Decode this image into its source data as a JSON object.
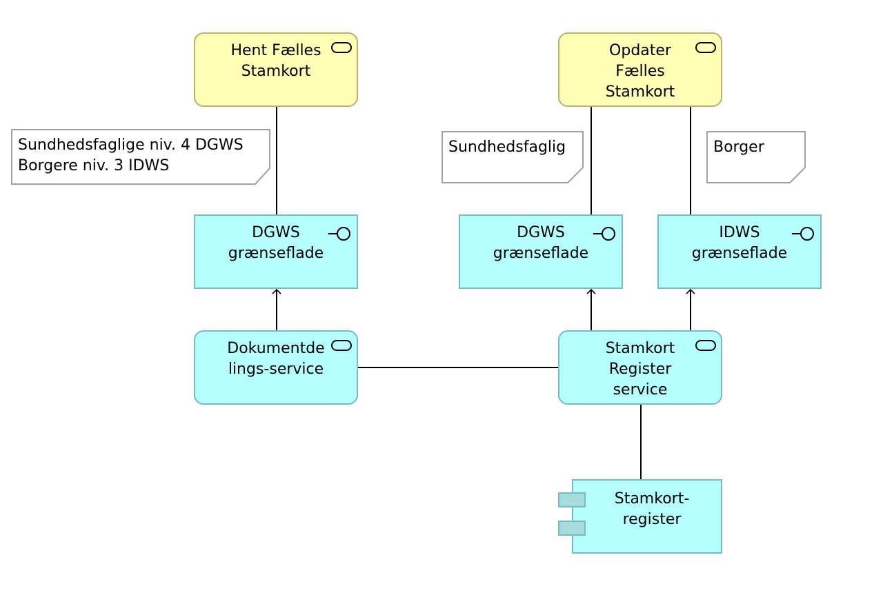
{
  "business_services": [
    {
      "lines": [
        "Hent Fælles",
        "Stamkort"
      ]
    },
    {
      "lines": [
        "Opdater",
        "Fælles",
        "Stamkort"
      ]
    }
  ],
  "interfaces": [
    {
      "lines": [
        "DGWS",
        "grænseflade"
      ]
    },
    {
      "lines": [
        "DGWS",
        "grænseflade"
      ]
    },
    {
      "lines": [
        "IDWS",
        "grænseflade"
      ]
    }
  ],
  "app_services": [
    {
      "lines": [
        "Dokumentde",
        "lings-service"
      ]
    },
    {
      "lines": [
        "Stamkort",
        "Register",
        "service"
      ]
    }
  ],
  "component": {
    "lines": [
      "Stamkort-",
      "register"
    ]
  },
  "notes": [
    {
      "lines": [
        "Sundhedsfaglige niv. 4 DGWS",
        "Borgere niv. 3 IDWS"
      ]
    },
    {
      "lines": [
        "Sundhedsfaglig"
      ]
    },
    {
      "lines": [
        "Borger"
      ]
    }
  ],
  "colors": {
    "business_fill": "#ffffb5",
    "application_fill": "#b5ffff",
    "note_fill": "#ffffff"
  }
}
